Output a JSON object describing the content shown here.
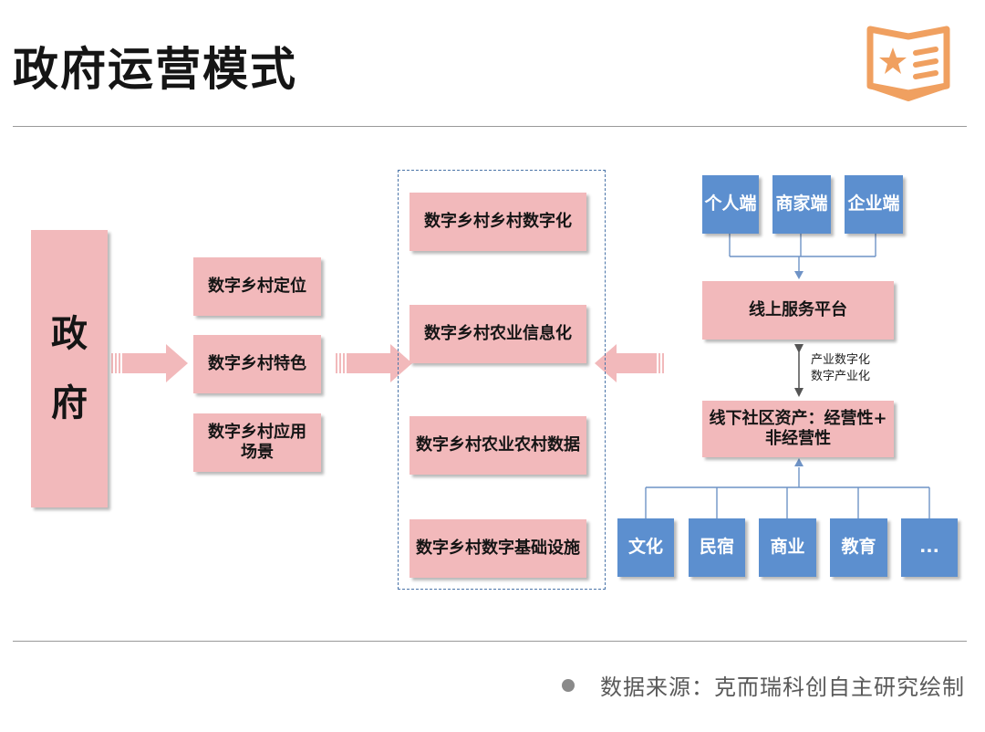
{
  "title": "政府运营模式",
  "government": {
    "char1": "政",
    "char2": "府"
  },
  "left_column": [
    {
      "label": "数字乡村定位"
    },
    {
      "label": "数字乡村特色"
    },
    {
      "label": "数字乡村应用场景"
    }
  ],
  "middle_column": [
    {
      "label": "数字乡村乡村数字化"
    },
    {
      "label": "数字乡村农业信息化"
    },
    {
      "label": "数字乡村农业农村数据"
    },
    {
      "label": "数字乡村数字基础设施"
    }
  ],
  "top_clients": [
    "个人端",
    "商家端",
    "企业端"
  ],
  "online_platform": "线上服务平台",
  "link_annotation": {
    "line1": "产业数字化",
    "line2": "数字产业化"
  },
  "offline_assets": {
    "line1": "线下社区资产：经营性+",
    "line2": "非经营性"
  },
  "bottom_items": [
    "文化",
    "民宿",
    "商业",
    "教育",
    "..."
  ],
  "footer": "数据来源：克而瑞科创自主研究绘制",
  "colors": {
    "pink_box": "#f2b9bb",
    "blue_box": "#5c8fcf",
    "arrow": "#f2b9bb",
    "logo": "#f0a060"
  }
}
